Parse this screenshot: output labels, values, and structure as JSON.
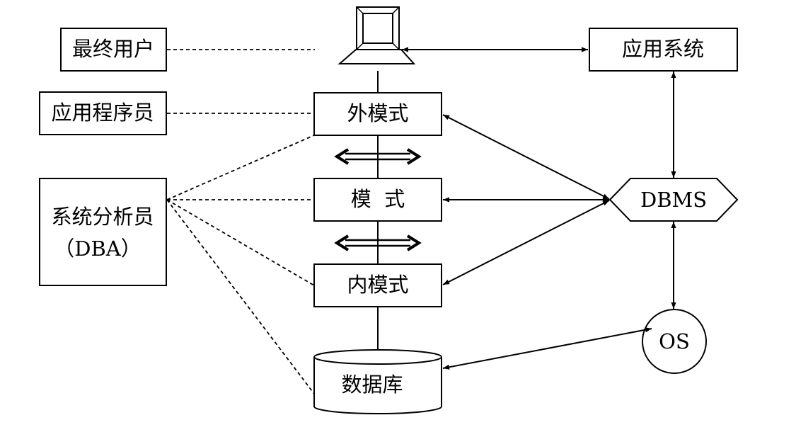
{
  "roles": {
    "end_user": "最终用户",
    "app_programmer": "应用程序员",
    "dba_line1": "系统分析员",
    "dba_line2": "（DBA）"
  },
  "schemas": {
    "external": "外模式",
    "conceptual": "模  式",
    "internal": "内模式"
  },
  "storage": {
    "database": "数据库"
  },
  "system": {
    "application": "应用系统",
    "dbms": "DBMS",
    "os": "OS"
  },
  "icons": {
    "terminal": "computer-terminal-icon",
    "mapping": "double-headed-arrow-icon"
  }
}
